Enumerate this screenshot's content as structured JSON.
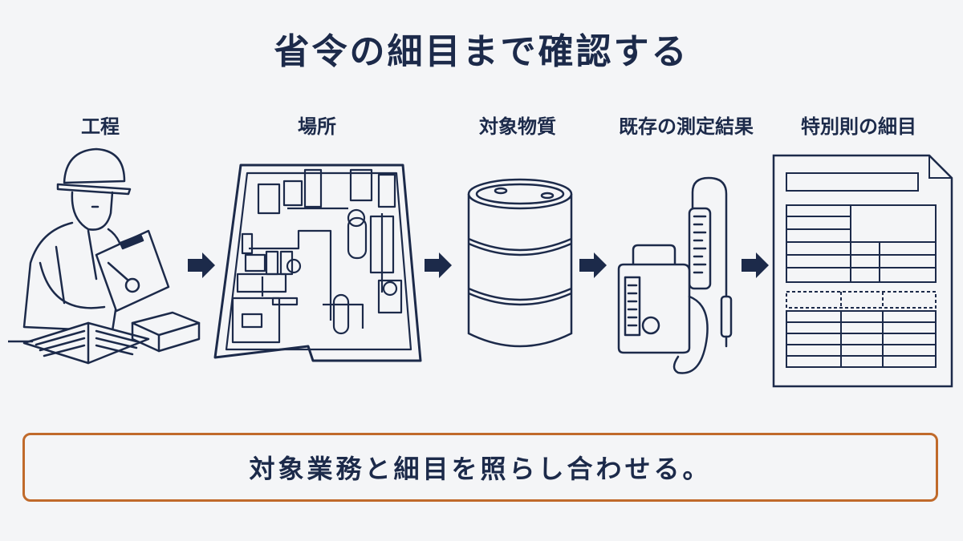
{
  "title": "省令の細目まで確認する",
  "steps": [
    {
      "label": "工程",
      "icon": "worker-clipboard-icon"
    },
    {
      "label": "場所",
      "icon": "floor-plan-icon"
    },
    {
      "label": "対象物質",
      "icon": "drum-barrel-icon"
    },
    {
      "label": "既存の測定結果",
      "icon": "measuring-device-icon"
    },
    {
      "label": "特別則の細目",
      "icon": "document-table-icon"
    }
  ],
  "message": "対象業務と細目を照らし合わせる。",
  "colors": {
    "navy": "#1c2a4a",
    "accent_border": "#c06a2b",
    "background": "#f4f5f7"
  }
}
